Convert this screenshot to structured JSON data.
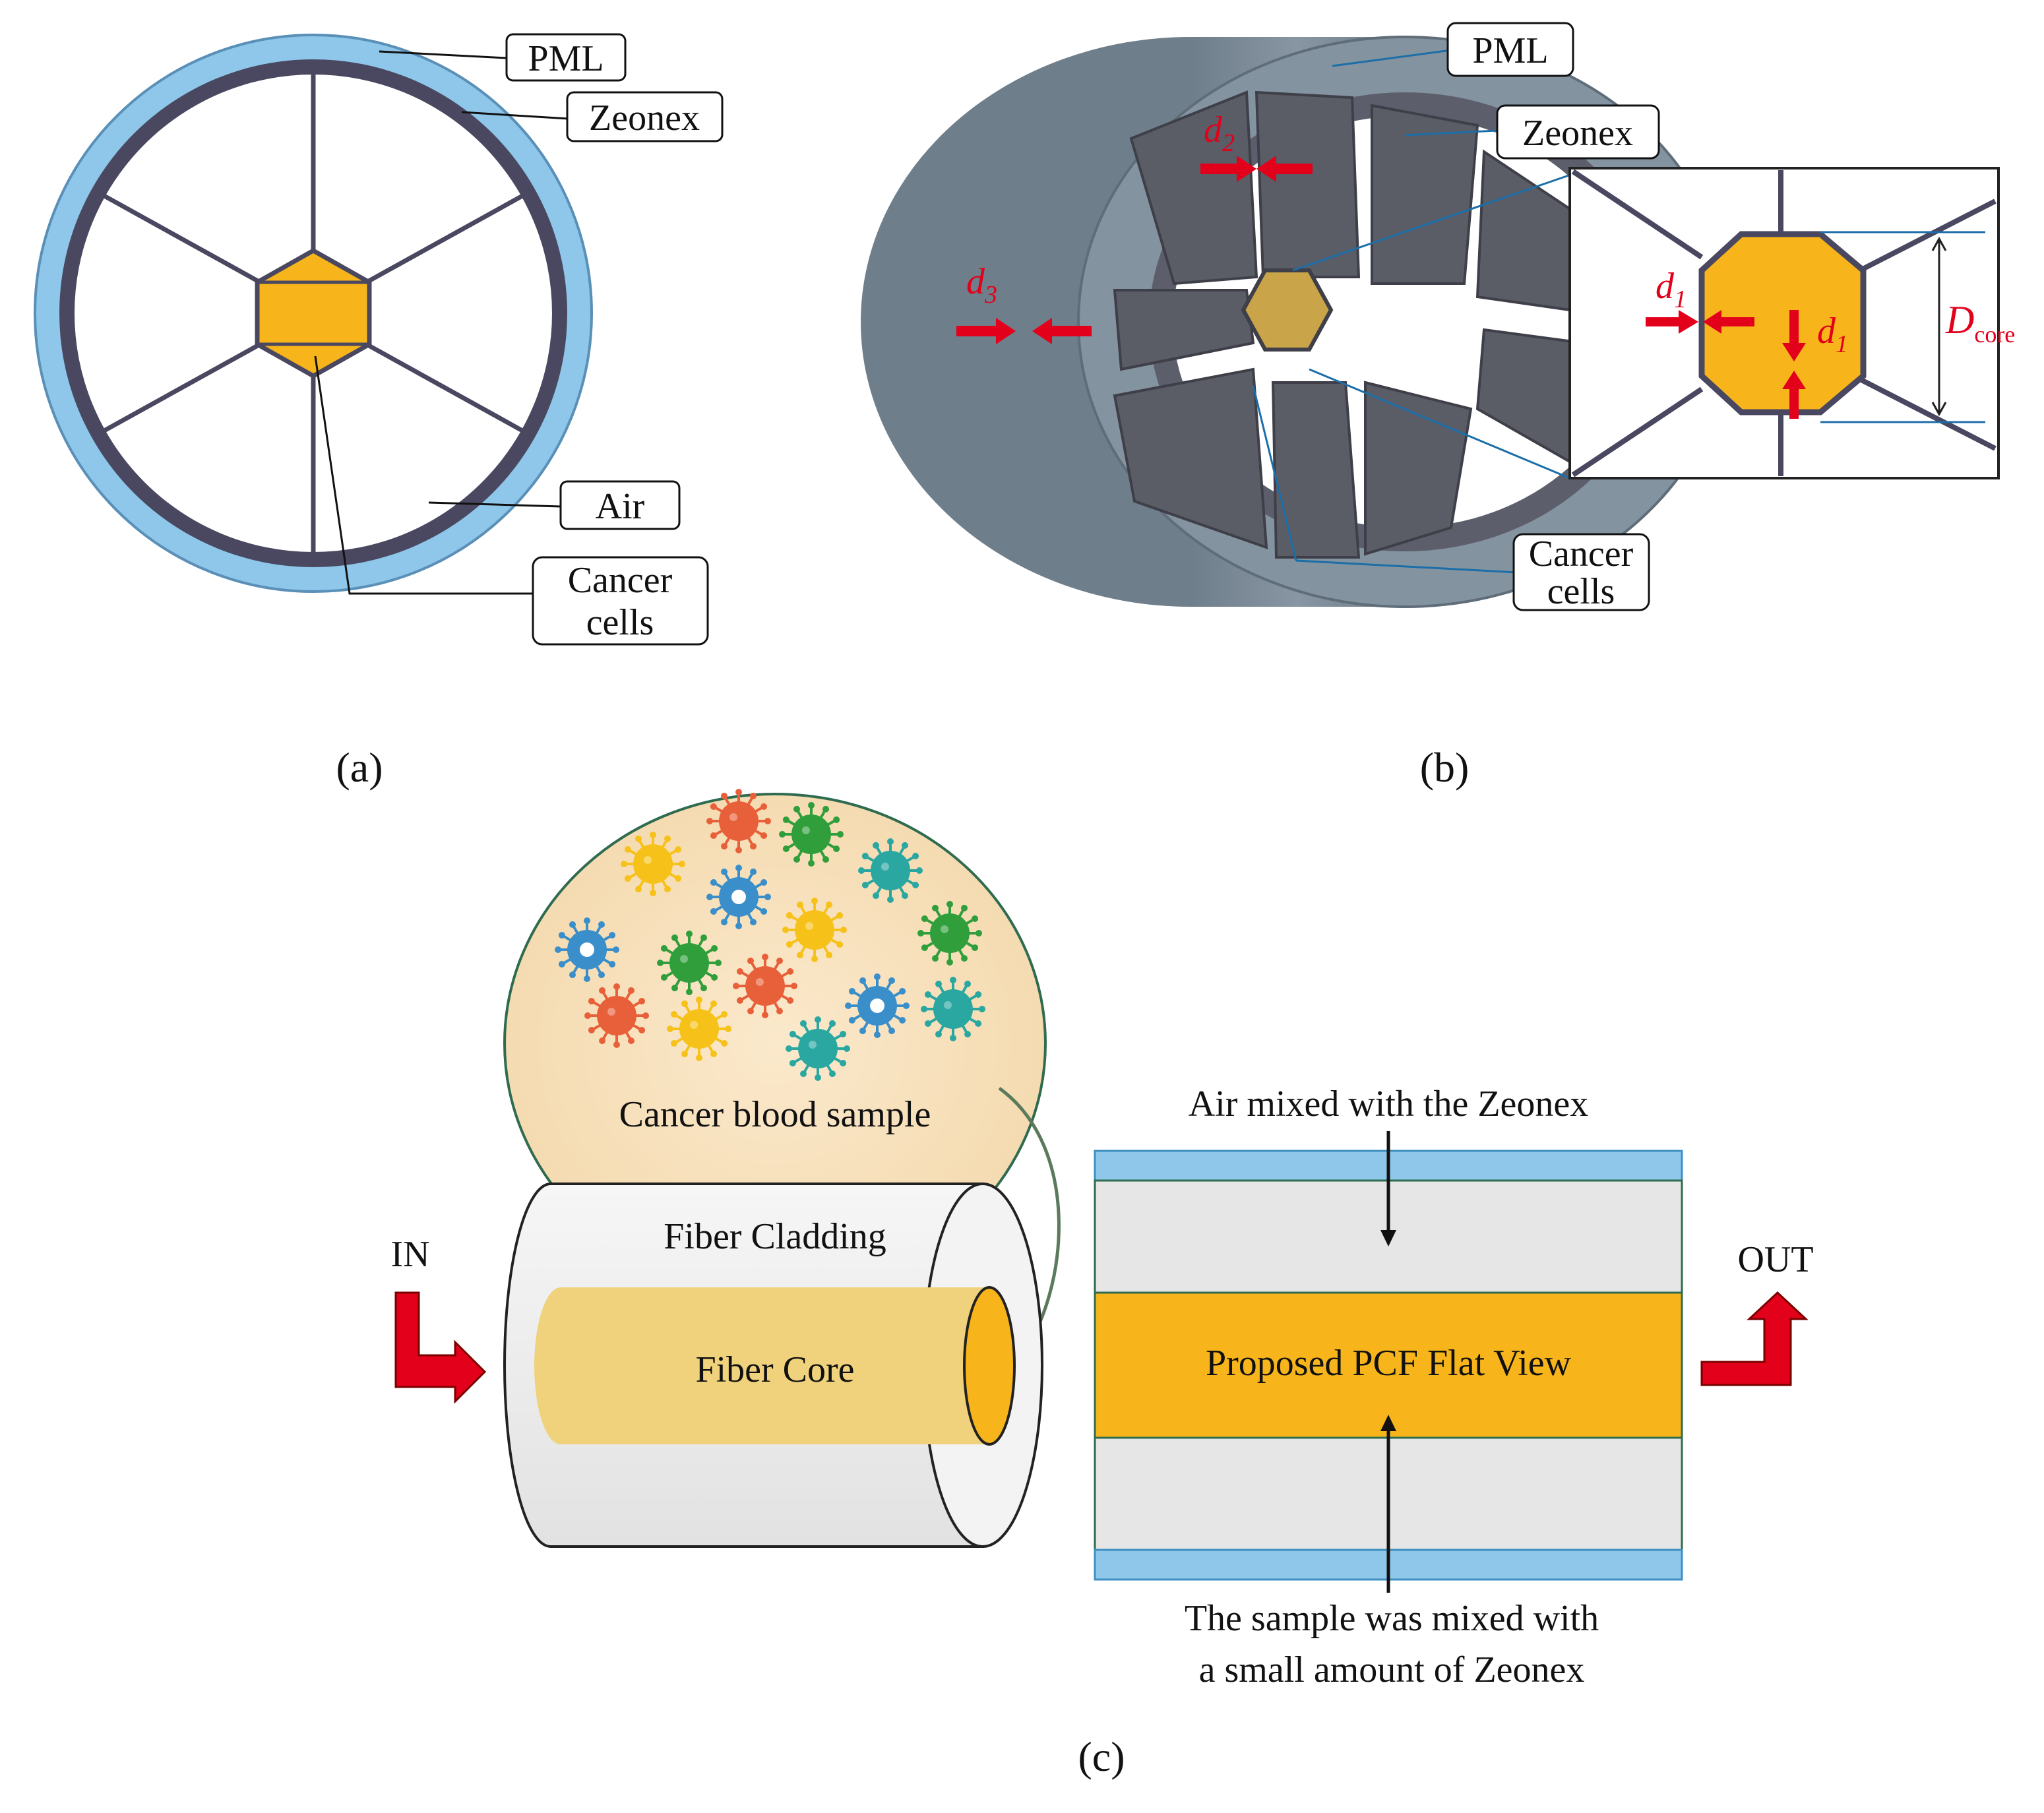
{
  "panel_a": {
    "labels": {
      "pml": "PML",
      "zeonex": "Zeonex",
      "air": "Air",
      "cancer_line1": "Cancer",
      "cancer_line2": "cells"
    },
    "caption": "(a)"
  },
  "panel_b": {
    "labels": {
      "pml": "PML",
      "zeonex": "Zeonex",
      "cancer_line1": "Cancer",
      "cancer_line2": "cells"
    },
    "dims": {
      "d": "d",
      "sub1": "1",
      "sub2": "2",
      "sub3": "3",
      "D": "D",
      "core_sub": "core"
    },
    "caption": "(b)"
  },
  "panel_c": {
    "blood_sample": "Cancer blood sample",
    "fiber_cladding": "Fiber Cladding",
    "fiber_core": "Fiber Core",
    "in": "IN",
    "out": "OUT",
    "air_mixed": "Air mixed with the Zeonex",
    "flat_view": "Proposed PCF Flat View",
    "sample_mixed_line1": "The sample was mixed with",
    "sample_mixed_line2": "a small amount of Zeonex",
    "caption": "(c)"
  },
  "colors": {
    "pml_blue": "#8ec7ea",
    "zeonex_dark": "#4a4860",
    "core_orange": "#f7b51b",
    "arrow_red": "#e3001b",
    "cylinder_grey": "#7e8c98",
    "sample_bg": "#f8e4c2",
    "cell_colors": [
      "#f6c21a",
      "#e8603a",
      "#2f9e3b",
      "#3a8ec9",
      "#2aa7a0"
    ]
  },
  "icons": [
    "cancer-cell-icon",
    "in-arrow-icon",
    "out-arrow-icon",
    "dimension-arrow-icon"
  ]
}
